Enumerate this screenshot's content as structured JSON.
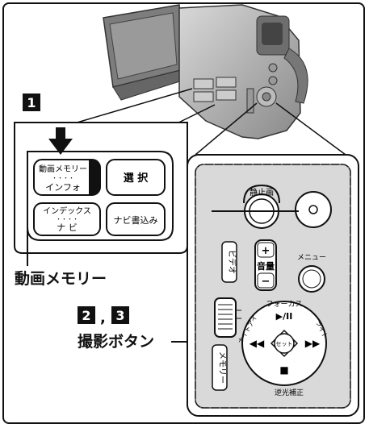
{
  "step_labels": {
    "step1": "1",
    "step2": "2",
    "step3": "3",
    "separator": ","
  },
  "panel_buttons": {
    "top_left_line1": "動画メモリー",
    "top_left_dots": "・・・・",
    "top_left_line2": "インフォ",
    "top_right": "選 択",
    "bottom_left_line1": "インデックス",
    "bottom_left_dots": "・・・・",
    "bottom_left_line2": "ナ ビ",
    "bottom_right": "ナビ書込み"
  },
  "callouts": {
    "memory_button": "動画メモリー",
    "record_button": "撮影ボタン"
  },
  "camera_panel": {
    "snapshot": "静止画",
    "volume_plus": "+",
    "volume_minus": "−",
    "volume": "音量",
    "menu": "メニュー",
    "video_mode": "ビデオ",
    "memory_mode": "メモリー",
    "focus": "フォーカス",
    "play_pause": "▶/II",
    "night_alive": "ナイトアイ",
    "light": "ライト",
    "set": "セット",
    "stop": "■",
    "backlight": "逆光補正",
    "rewind": "◀◀",
    "forward": "▶▶"
  },
  "colors": {
    "panel_gray": "#d9d9d9",
    "ink": "#111111",
    "camera_gray": "#a9a9a9"
  }
}
